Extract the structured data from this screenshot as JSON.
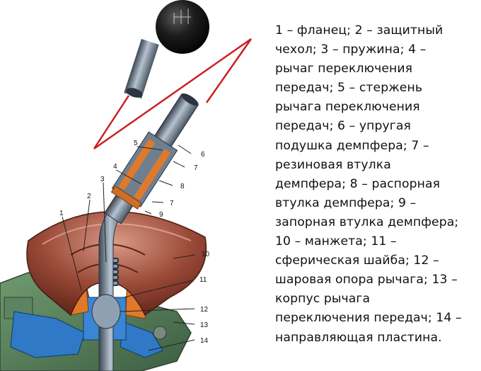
{
  "callouts": [
    "1",
    "2",
    "3",
    "4",
    "5",
    "6",
    "7",
    "8",
    "7",
    "9",
    "10",
    "11",
    "12",
    "13",
    "14"
  ],
  "caption_lines": [
    "1 – фланец; 2 – защитный",
    "чехол; 3 – пружина; 4 –",
    "рычаг переключения",
    "передач; 5 – стержень",
    "рычага переключения",
    "передач; 6 – упругая",
    "подушка демпфера; 7 –",
    "резиновая втулка",
    "демпфера; 8 – распорная",
    "втулка демпфера; 9 –",
    "запорная втулка демпфера;",
    "10 – манжета; 11 –",
    "сферическая шайба; 12 –",
    "шаровая опора рычага; 13 –",
    "корпус рычага",
    "переключения передач; 14 –",
    "направляющая пластина."
  ],
  "colors": {
    "boot": "#8a3a2a",
    "housing": "#4f7a55",
    "blue_part": "#2f79c6",
    "orange_part": "#e07a2a",
    "lever": "#6f7f90",
    "knob": "#1a1a1a",
    "guide_line": "#cc1f1f"
  },
  "icons": [
    "gearshift-knob-icon",
    "gearshift-pattern-icon"
  ]
}
